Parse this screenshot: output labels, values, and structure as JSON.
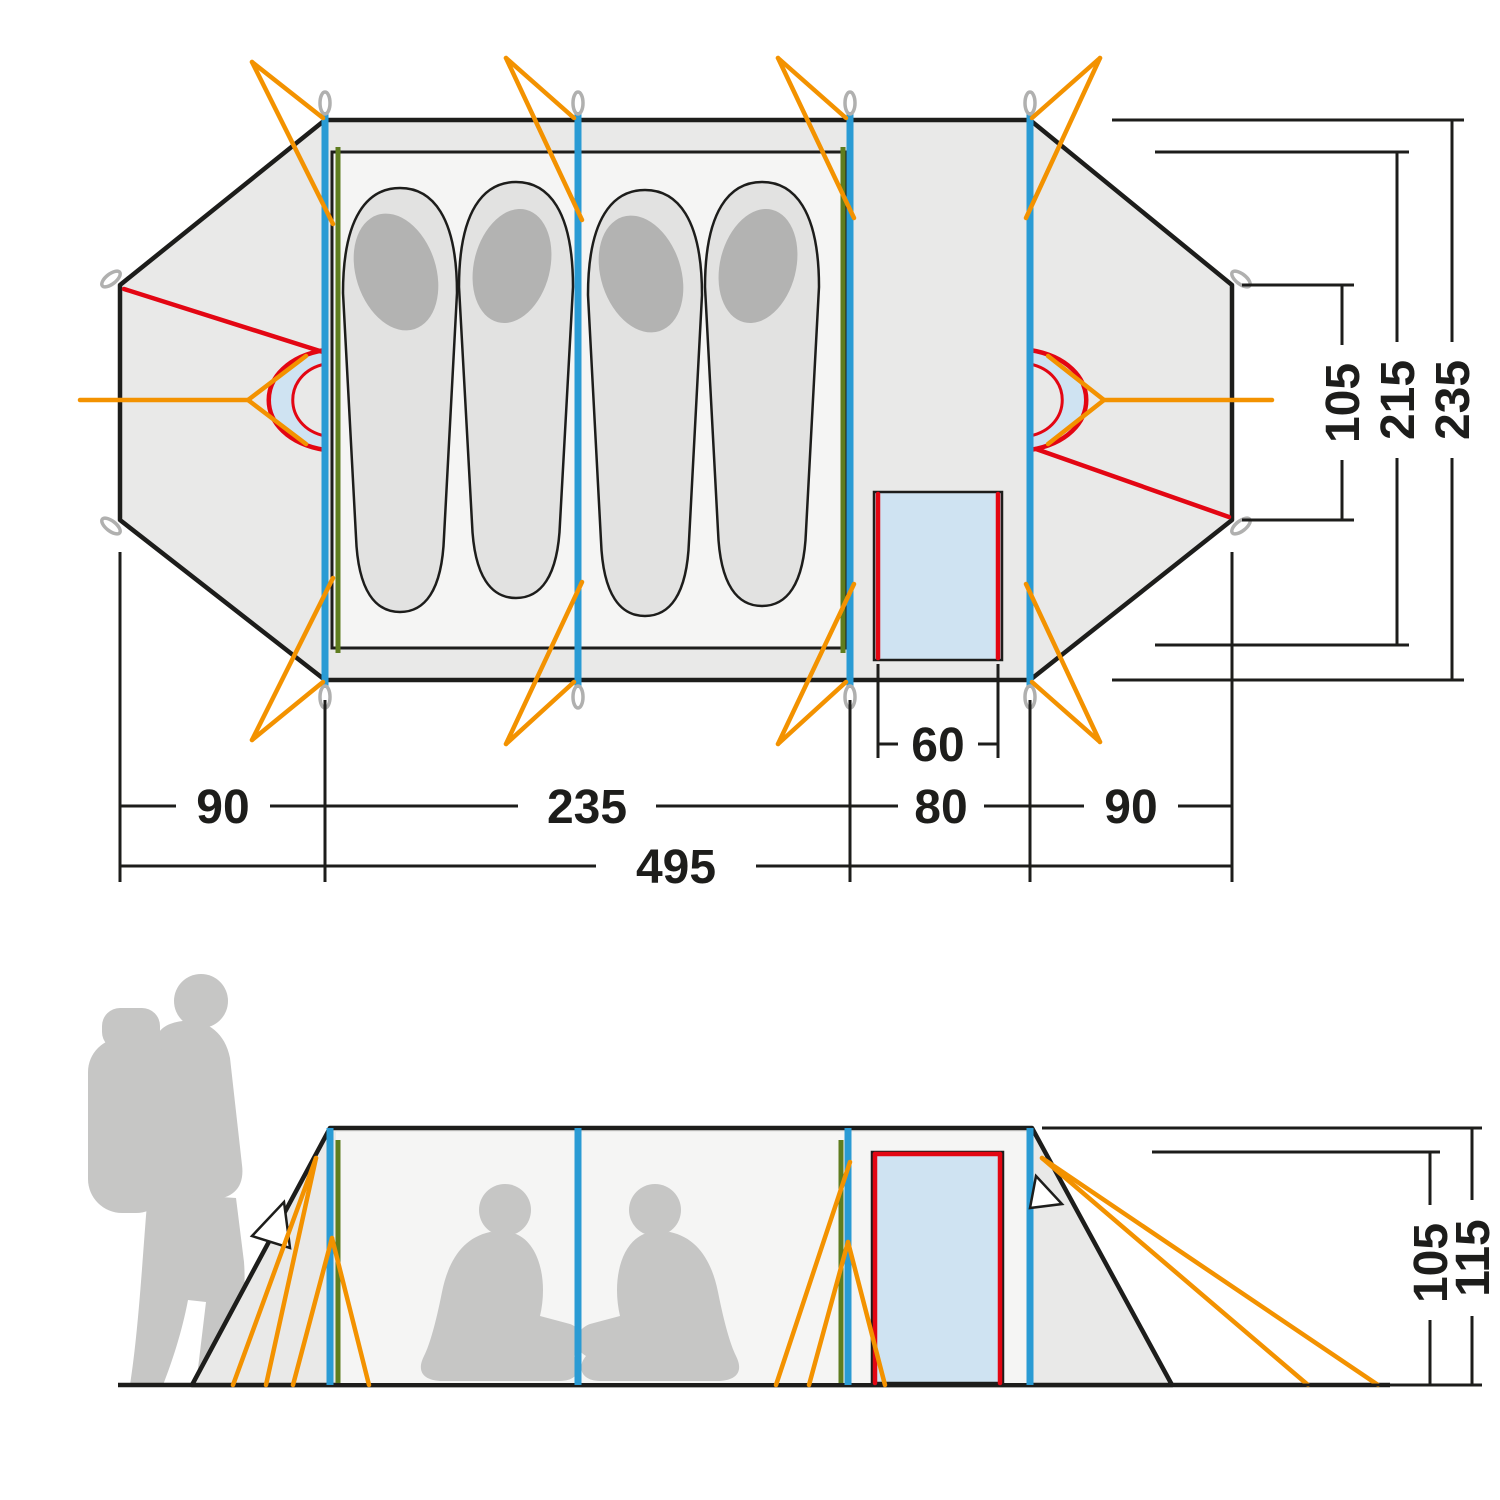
{
  "diagram": {
    "floor_plan": {
      "dim_left_vestibule": "90",
      "dim_sleeping_area": "235",
      "dim_porch": "80",
      "dim_right_vestibule": "90",
      "dim_total_length": "495",
      "dim_door_width": "60",
      "dim_end_width": "105",
      "dim_inner_width": "215",
      "dim_outer_width": "235"
    },
    "side_view": {
      "dim_wall_height": "105",
      "dim_ridge_height": "115"
    }
  },
  "colors": {
    "outline": "#1d1d1b",
    "tent_fill": "#e9e9e8",
    "inner_fill": "#f5f5f4",
    "bag_fill": "#e2e2e1",
    "bag_hood": "#b3b3b2",
    "pole_blue": "#2a9bd4",
    "pole_green": "#5f7d1f",
    "guy_orange": "#f39200",
    "door_red": "#e30613",
    "door_fill": "#cfe3f2",
    "loop_gray": "#b0b0af",
    "silhouette": "#c6c6c5",
    "dim_color": "#1d1d1b"
  }
}
